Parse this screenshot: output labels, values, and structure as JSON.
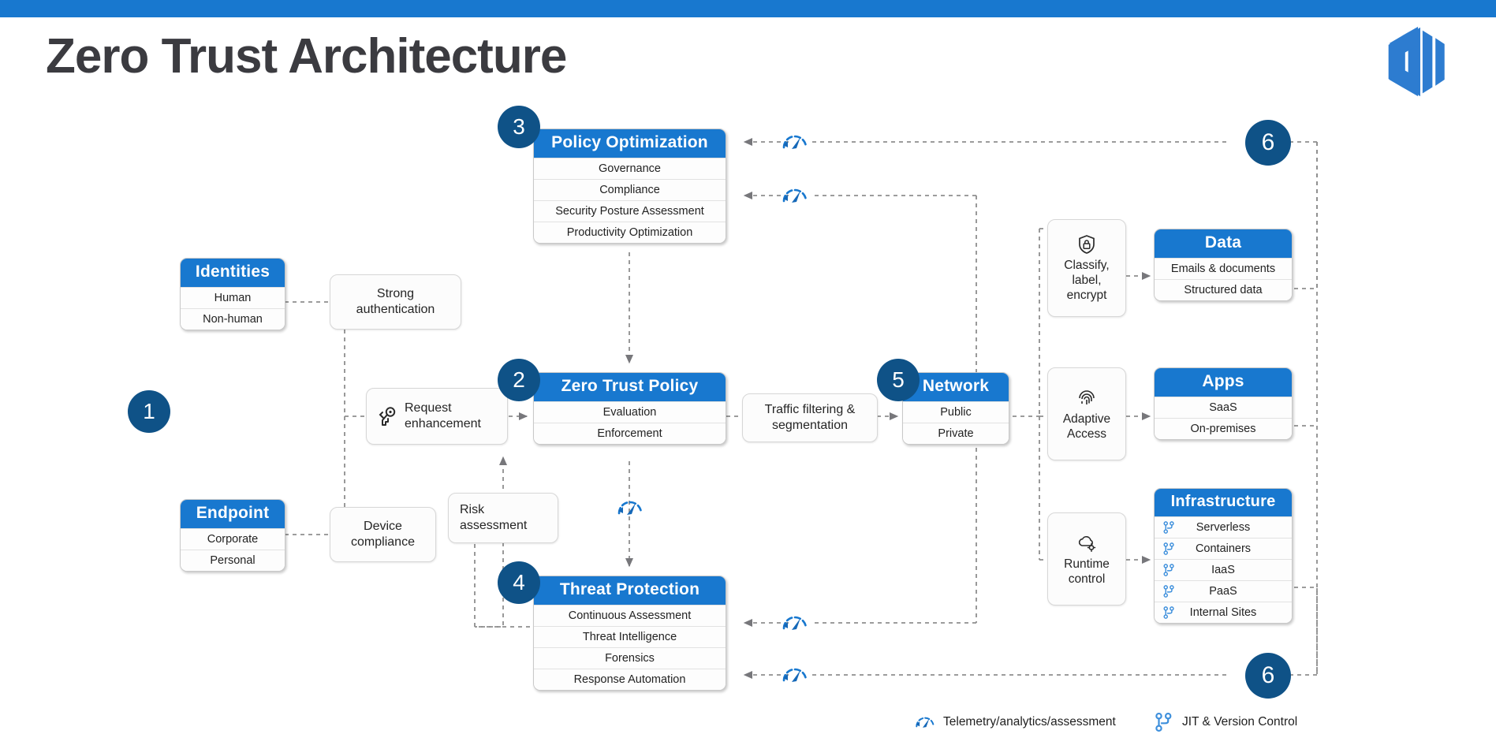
{
  "theme": {
    "accent_blue": "#1878CF",
    "badge_navy": "#0F5287",
    "title_color": "#3B3B40",
    "connector_gray": "#8E8E8E"
  },
  "header": {
    "topbar_color": "#1878CF",
    "title": "Zero Trust Architecture",
    "logo_name": "cube-logo"
  },
  "badges": [
    {
      "id": "badge-1",
      "label": "1"
    },
    {
      "id": "badge-2",
      "label": "2"
    },
    {
      "id": "badge-3",
      "label": "3"
    },
    {
      "id": "badge-4",
      "label": "4"
    },
    {
      "id": "badge-5",
      "label": "5"
    },
    {
      "id": "badge-6a",
      "label": "6"
    },
    {
      "id": "badge-6b",
      "label": "6"
    }
  ],
  "cards": {
    "policy_optimization": {
      "title": "Policy Optimization",
      "rows": [
        "Governance",
        "Compliance",
        "Security Posture Assessment",
        "Productivity Optimization"
      ]
    },
    "identities": {
      "title": "Identities",
      "rows": [
        "Human",
        "Non-human"
      ]
    },
    "endpoint": {
      "title": "Endpoint",
      "rows": [
        "Corporate",
        "Personal"
      ]
    },
    "zero_trust_policy": {
      "title": "Zero Trust Policy",
      "rows": [
        "Evaluation",
        "Enforcement"
      ]
    },
    "network": {
      "title": "Network",
      "rows": [
        "Public",
        "Private"
      ]
    },
    "threat_protection": {
      "title": "Threat Protection",
      "rows": [
        "Continuous Assessment",
        "Threat Intelligence",
        "Forensics",
        "Response Automation"
      ]
    },
    "data": {
      "title": "Data",
      "rows": [
        "Emails & documents",
        "Structured data"
      ]
    },
    "apps": {
      "title": "Apps",
      "rows": [
        "SaaS",
        "On-premises"
      ]
    },
    "infrastructure": {
      "title": "Infrastructure",
      "row_icon": "jit-version-control-icon",
      "rows": [
        "Serverless",
        "Containers",
        "IaaS",
        "PaaS",
        "Internal Sites"
      ]
    }
  },
  "capsules": {
    "strong_authentication": {
      "line1": "Strong",
      "line2": "authentication"
    },
    "device_compliance": {
      "line1": "Device",
      "line2": "compliance"
    },
    "request_enhancement": {
      "icon": "key-icon",
      "line1": "Request",
      "line2": "enhancement"
    },
    "risk_assessment": {
      "line1": "Risk",
      "line2": "assessment"
    },
    "traffic_filtering": {
      "line1": "Traffic filtering &",
      "line2": "segmentation"
    },
    "classify_label_encrypt": {
      "icon": "shield-lock-icon",
      "line1": "Classify,",
      "line2": "label,",
      "line3": "encrypt"
    },
    "adaptive_access": {
      "icon": "fingerprint-icon",
      "line1": "Adaptive",
      "line2": "Access"
    },
    "runtime_control": {
      "icon": "cloud-runtime-icon",
      "line1": "Runtime",
      "line2": "control"
    }
  },
  "legend": [
    {
      "icon": "telemetry-gauge-icon",
      "label": "Telemetry/analytics/assessment"
    },
    {
      "icon": "jit-version-control-icon",
      "label": "JIT & Version Control"
    }
  ]
}
